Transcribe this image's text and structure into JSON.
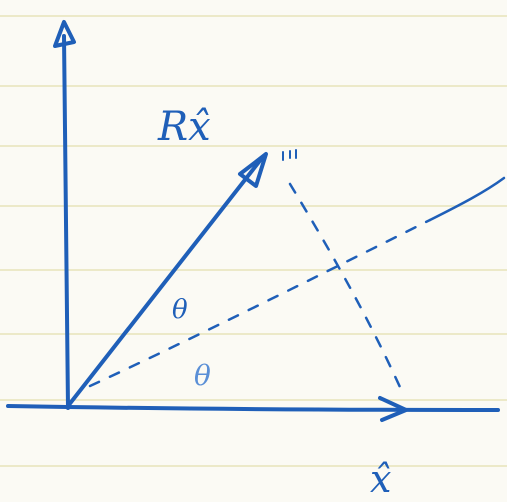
{
  "labels": {
    "rotated_vector": "Rx̂",
    "angle_upper": "θ",
    "angle_lower": "θ",
    "x_axis": "x̂"
  },
  "colors": {
    "paper": "#fbfaf4",
    "rule_line": "#ece9c8",
    "ink": "#1f5fb8",
    "ink_light": "#5a8fd6"
  }
}
